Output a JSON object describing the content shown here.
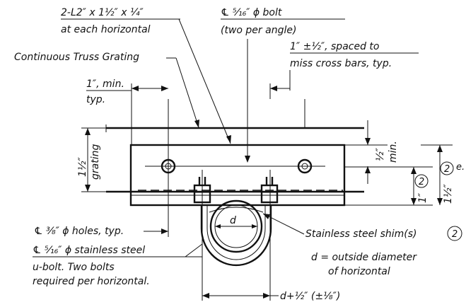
{
  "labels": {
    "angle_line1": "2-L2″ x 1½″ x ¼″",
    "angle_line2": "at each horizontal",
    "bolt_line1": "℄ ⁵⁄₁₆″ ϕ bolt",
    "bolt_line2": "(two per angle)",
    "spacing_line1": "1″ ±½″, spaced to",
    "spacing_line2": "miss cross bars, typ.",
    "grating": "Continuous Truss Grating",
    "min_line1": "1″, min.",
    "min_line2": "typ.",
    "grating_height_value": "1½″",
    "grating_height_word": "grating",
    "half_min_value": "½″",
    "half_min_word": "min.",
    "dim_1": "1″",
    "dim_1half": "1½″",
    "circle_note": "2",
    "holes": "℄ ³⁄₈″ ϕ holes, typ.",
    "ubolt_line1": "℄ ⁵⁄₁₆″ ϕ stainless steel",
    "ubolt_line2": "u-bolt.  Two bolts",
    "ubolt_line3": "required per horizontal.",
    "shim": "Stainless steel shim(s)",
    "d_symbol": "d",
    "d_def_line1": "d = outside diameter",
    "d_def_line2": "of horizontal",
    "bottom_dim": "d+½″ (±⅛″)",
    "edge_text": "e."
  }
}
